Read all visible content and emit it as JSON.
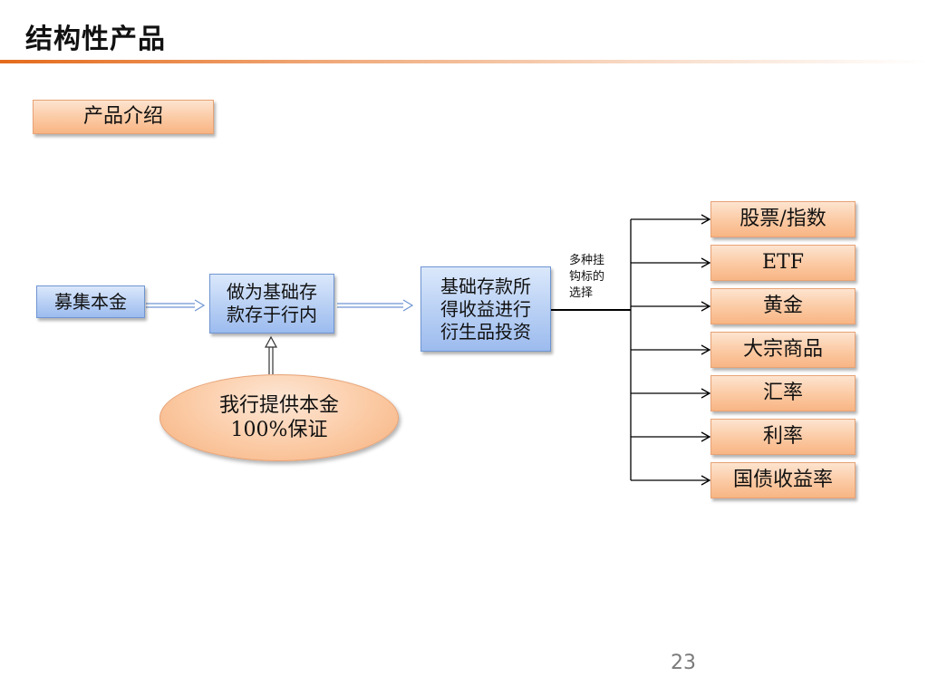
{
  "slide": {
    "title": "结构性产品",
    "section_label": "产品介绍",
    "page_number": "23"
  },
  "flow": {
    "raise_capital": "募集本金",
    "deposit_line1": "做为基础存",
    "deposit_line2": "款存于行内",
    "invest_line1": "基础存款所",
    "invest_line2": "得收益进行",
    "invest_line3": "衍生品投资",
    "guarantee_line1": "我行提供本金",
    "guarantee_line2": "100%保证",
    "note_line1": "多种挂",
    "note_line2": "钩标的",
    "note_line3": "选择"
  },
  "underlyings": [
    "股票/指数",
    "ETF",
    "黄金",
    "大宗商品",
    "汇率",
    "利率",
    "国债收益率"
  ],
  "colors": {
    "accent_orange": "#e46b1c",
    "box_orange": "#fbc9a2",
    "box_blue": "#b7cff4",
    "connector": "#000000",
    "hollow_arrow": "#6f95d2"
  }
}
